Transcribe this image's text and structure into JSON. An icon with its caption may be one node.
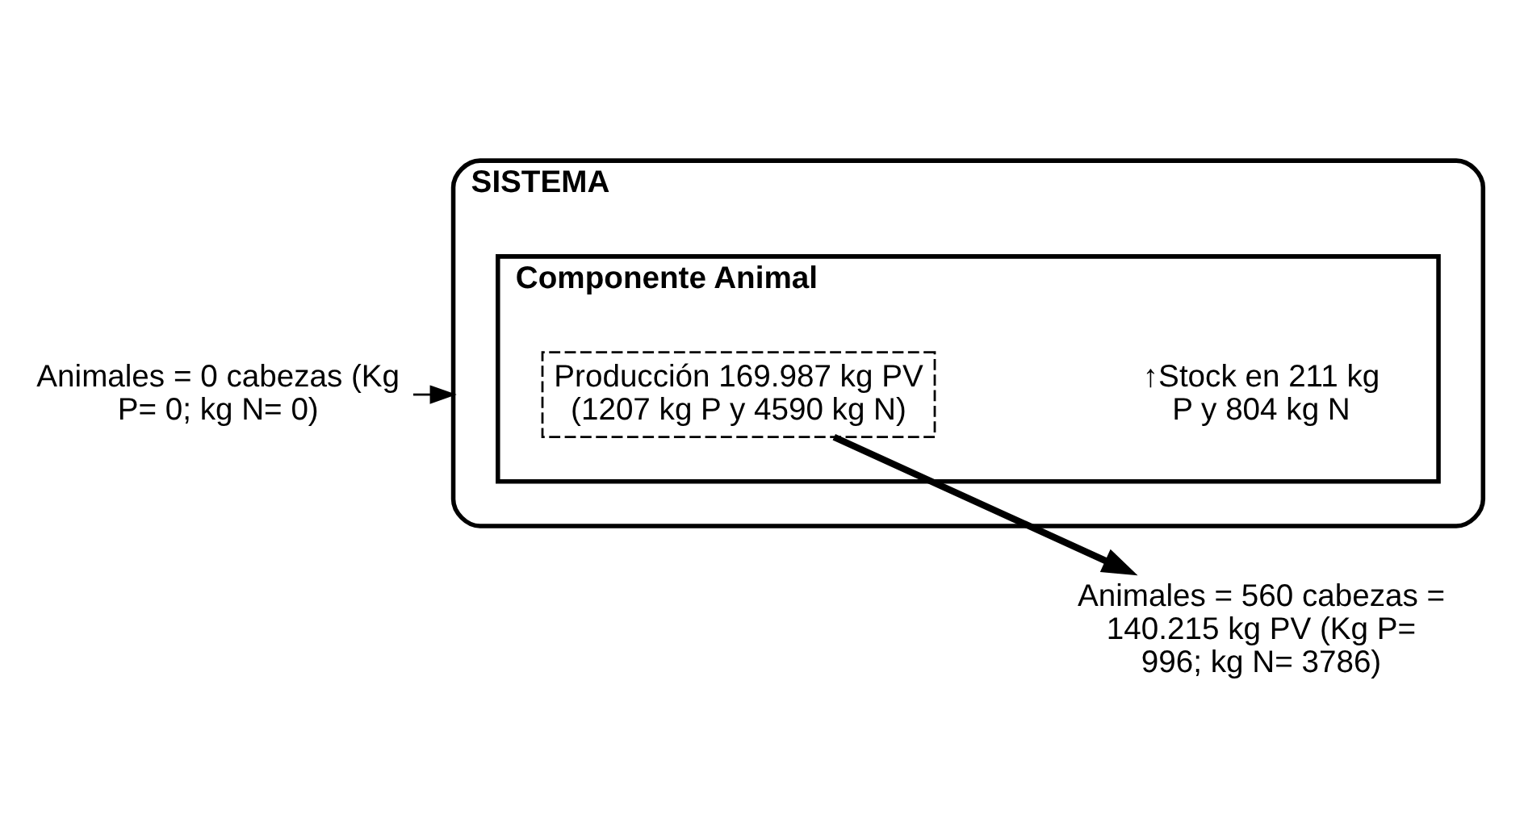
{
  "diagram": {
    "nodes": [
      {
        "text": [
          "SISTEMA"
        ]
      },
      {
        "text": [
          "Componente Animal"
        ],
        "in": 0
      },
      {
        "text": [
          "Producción 169.987 kg PV (1207 kg P y 4590 kg N)"
        ],
        "in": 1
      },
      {
        "text": [
          "Animales = 0 cabezas (Kg P= 0; kg N= 0)"
        ]
      },
      {
        "text": [
          "Animales = 560 cabezas = 140.215 kg PV (Kg P= 996; kg N= 3786)"
        ]
      }
    ],
    "edges": [
      {
        "from": 3,
        "to": 0,
        "arrow": "to"
      },
      {
        "from": 2,
        "to": 4,
        "arrow": "to",
        "style": "thick"
      }
    ],
    "labels": [
      "↑Stock en 211 kg P y 804 kg N"
    ]
  }
}
